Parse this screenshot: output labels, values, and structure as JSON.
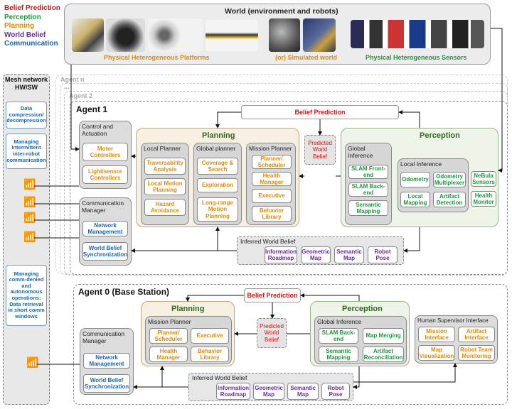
{
  "legend": {
    "belief_prediction": "Belief Prediction",
    "perception": "Perception",
    "planning": "Planning",
    "world_belief": "World Belief",
    "communication": "Communication"
  },
  "world": {
    "title": "World (environment and robots)",
    "platforms_label": "Physical Heterogeneous Platforms",
    "simulated_label": "(or) Simulated world",
    "sensors_label": "Physical Heterogeneous Sensors"
  },
  "mesh": {
    "title_line1": "Mesh network",
    "title_line2": "HW/SW",
    "box1": "Data compression/ decompression",
    "box2": "Managing Intermittent inter-robot communication",
    "box3": "Managing comm-denied and autonomous operations; Data retrieval in short comm windows"
  },
  "stack": {
    "agent_n": "Agent n",
    "dots": "...",
    "agent_2": "Agent 2"
  },
  "agent1": {
    "title": "Agent 1",
    "belief_prediction": "Belief Prediction",
    "predicted_world_belief": "Predicted World Belief",
    "control": {
      "title": "Control and Actuation",
      "motor": "Motor Controllers",
      "light": "Light/sensor Controllers"
    },
    "comm": {
      "title": "Communication Manager",
      "network": "Network Management",
      "sync": "World Belief Synchronization"
    },
    "planning": {
      "title": "Planning",
      "local_title": "Local Planner",
      "local": [
        "Traversability Analysis",
        "Local Motion Planning",
        "Hazard Avoidance"
      ],
      "global_title": "Global planner",
      "global": [
        "Coverage & Search",
        "Exploration",
        "Long-range Motion Planning"
      ],
      "mission_title": "Mission Planner",
      "mission": [
        "Planner/ Scheduler",
        "Health Manager",
        "Executive",
        "Behavior Library"
      ]
    },
    "perception": {
      "title": "Perception",
      "global_title": "Global Inference",
      "global": [
        "SLAM Front-end",
        "SLAM Back-end",
        "Semantic Mapping"
      ],
      "local_title": "Local Inference",
      "local": [
        "Odometry",
        "Odometry Multiplexer",
        "Local Mapping",
        "Artifact Detection"
      ],
      "nebula": "NeBula Sensors",
      "health": "Health Monitor"
    },
    "inferred": {
      "title": "Inferred World Belief",
      "items": [
        "Information Roadmap",
        "Geometric Map",
        "Semantic Map",
        "Robot Pose"
      ]
    }
  },
  "agent0": {
    "title": "Agent 0 (Base Station)",
    "belief_prediction": "Belief Prediction",
    "predicted_world_belief": "Predicted World Belief",
    "comm": {
      "title": "Communication Manager",
      "network": "Network Management",
      "sync": "World Belief Synchronization"
    },
    "planning": {
      "title": "Planning",
      "mission_title": "Mission Planner",
      "mission": [
        "Planner/ Scheduler",
        "Executive",
        "Health Manager",
        "Behavior Library"
      ]
    },
    "perception": {
      "title": "Perception",
      "global_title": "Global Inference",
      "items": [
        "SLAM Back-end",
        "Map Merging",
        "Semantic Mapping",
        "Artifact Reconciliation"
      ]
    },
    "hsi": {
      "title": "Human Supervisor Interface",
      "items": [
        "Mission Interface",
        "Artifact Interface",
        "Map Visualization",
        "Robot Team Monitoring"
      ]
    },
    "inferred": {
      "title": "Inferred World Belief",
      "items": [
        "Information Roadmap",
        "Geometric Map",
        "Semantic Map",
        "Robot Pose"
      ]
    }
  },
  "icons": [
    "robot-photo",
    "wifi-icon"
  ],
  "colors": {
    "orange": "#e58a00",
    "green": "#1a9a3c",
    "purple": "#6a2c9a",
    "blue": "#1666b6",
    "red": "#e01010"
  }
}
